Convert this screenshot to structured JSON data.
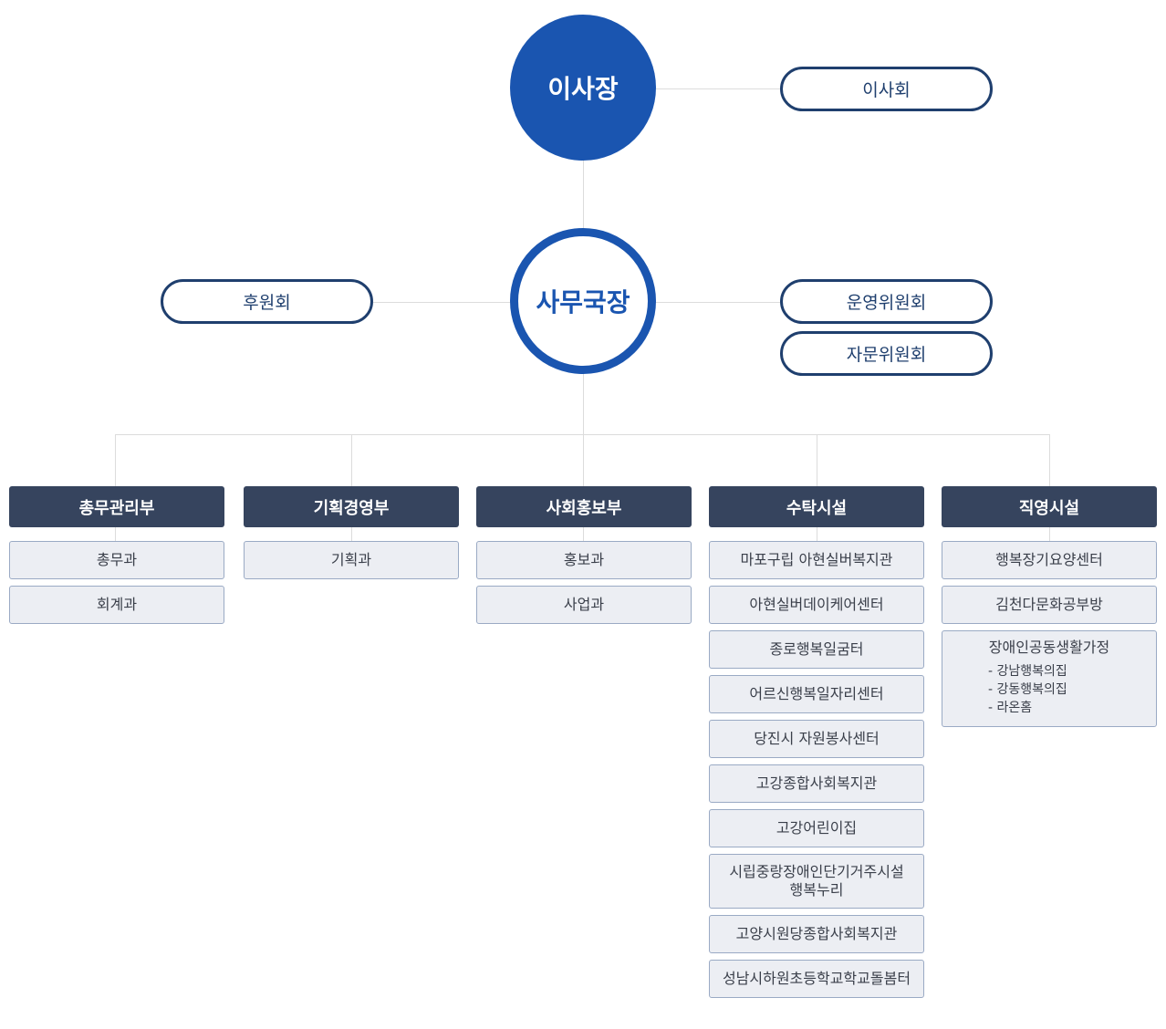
{
  "chairman": "이사장",
  "board": "이사회",
  "secretary_general": "사무국장",
  "supporters": "후원회",
  "operating_committee": "운영위원회",
  "advisory_committee": "자문위원회",
  "colors": {
    "primary": "#1a55b0",
    "pill_border": "#1f3f6e",
    "dept_header": "#36445e",
    "sub_bg": "#eceef3",
    "sub_border": "#9aaac4"
  },
  "departments": [
    {
      "name": "총무관리부",
      "items": [
        {
          "label": "총무과"
        },
        {
          "label": "회계과"
        }
      ]
    },
    {
      "name": "기획경영부",
      "items": [
        {
          "label": "기획과"
        }
      ]
    },
    {
      "name": "사회홍보부",
      "items": [
        {
          "label": "홍보과"
        },
        {
          "label": "사업과"
        }
      ]
    },
    {
      "name": "수탁시설",
      "items": [
        {
          "label": "마포구립 아현실버복지관"
        },
        {
          "label": "아현실버데이케어센터"
        },
        {
          "label": "종로행복일굼터"
        },
        {
          "label": "어르신행복일자리센터"
        },
        {
          "label": "당진시 자원봉사센터"
        },
        {
          "label": "고강종합사회복지관"
        },
        {
          "label": "고강어린이집"
        },
        {
          "label": "시립중랑장애인단기거주시설",
          "label2": "행복누리"
        },
        {
          "label": "고양시원당종합사회복지관"
        },
        {
          "label": "성남시하원초등학교학교돌봄터"
        }
      ]
    },
    {
      "name": "직영시설",
      "items": [
        {
          "label": "행복장기요양센터"
        },
        {
          "label": "김천다문화공부방"
        },
        {
          "label": "장애인공동생활가정",
          "subitems": [
            "- 강남행복의집",
            "- 강동행복의집",
            "- 라온홈"
          ]
        }
      ]
    }
  ]
}
